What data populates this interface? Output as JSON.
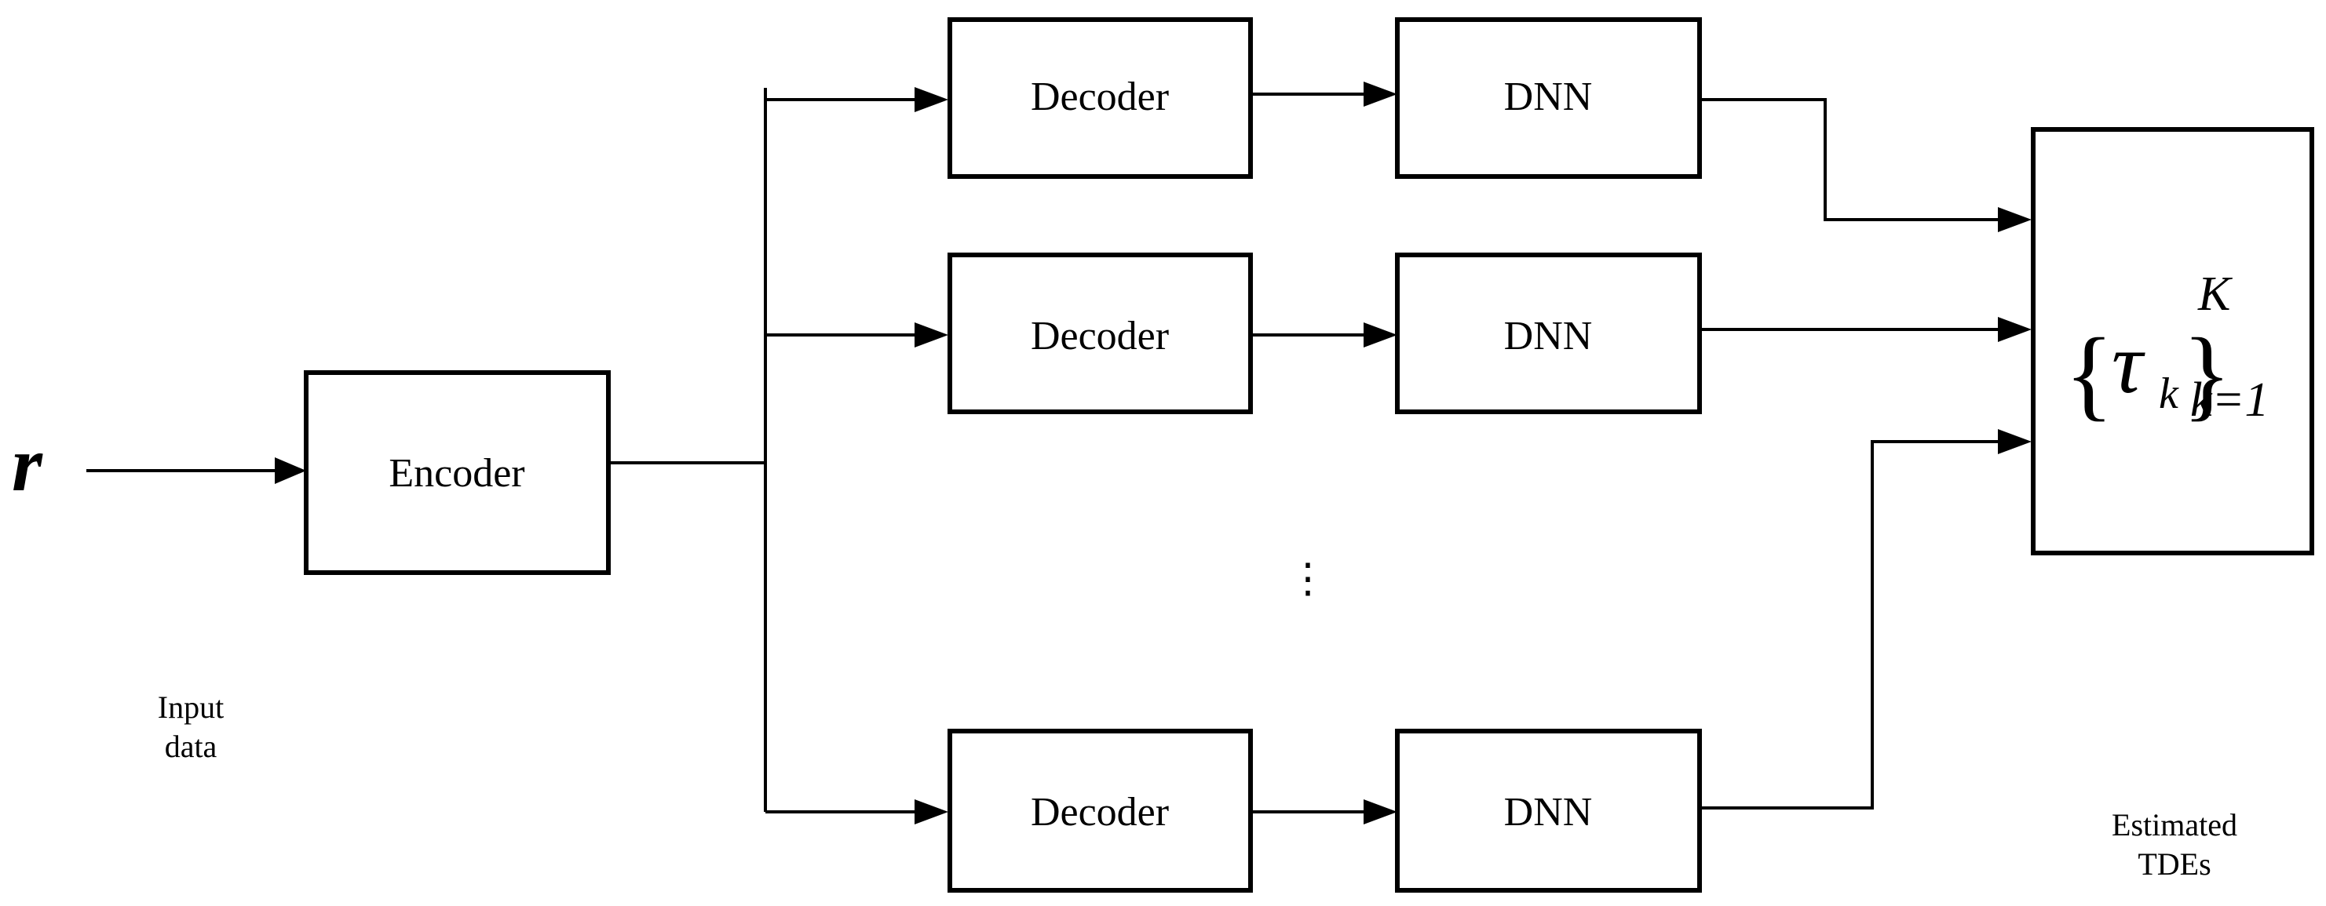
{
  "diagram": {
    "input": {
      "symbol": "r",
      "caption_line1": "Input",
      "caption_line2": "data"
    },
    "encoder": {
      "label": "Encoder"
    },
    "branches": [
      {
        "decoder_label": "Decoder",
        "dnn_label": "DNN"
      },
      {
        "decoder_label": "Decoder",
        "dnn_label": "DNN"
      },
      {
        "decoder_label": "Decoder",
        "dnn_label": "DNN"
      }
    ],
    "ellipsis": "⋮",
    "output": {
      "brace_open": "{",
      "tau": "τ",
      "tau_subscript": "k",
      "brace_close": "}",
      "superscript": "K",
      "subscript": "k=1",
      "caption_line1": "Estimated",
      "caption_line2": "TDEs"
    },
    "colors": {
      "stroke": "#000000",
      "background": "#ffffff"
    }
  }
}
